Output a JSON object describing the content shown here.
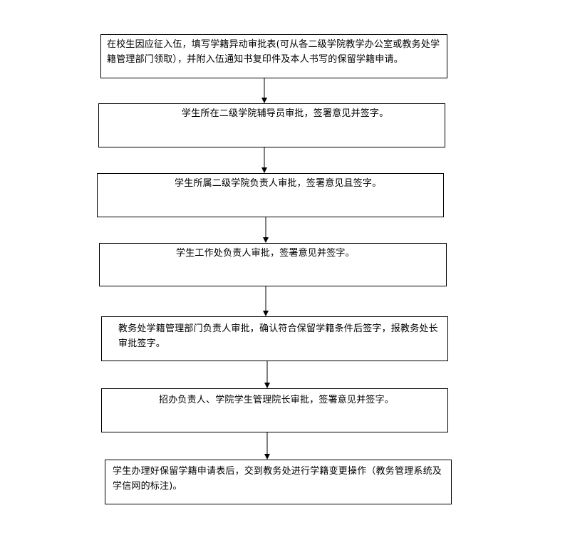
{
  "flowchart": {
    "steps": [
      {
        "text": "在校生因应征入伍，填写学籍异动审批表(可从各二级学院教学办公室或教务处学籍管理部门领取），并附入伍通知书复印件及本人书写的保留学籍申请。"
      },
      {
        "text": "学生所在二级学院辅导员审批，签署意见并签字。"
      },
      {
        "text": "学生所属二级学院负责人审批，签署意见且签字。"
      },
      {
        "text": "学生工作处负责人审批，签署意见并签字。"
      },
      {
        "text": "教务处学籍管理部门负责人审批，确认符合保留学籍条件后签字，报教务处长审批签字。"
      },
      {
        "text": "招办负责人、学院学生管理院长审批，签署意见并签字。"
      },
      {
        "text": "学生办理好保留学籍申请表后，交到教务处进行学籍变更操作（教务管理系统及学信网的标注)。"
      }
    ]
  },
  "colors": {
    "line": "#000000",
    "background": "#ffffff"
  }
}
